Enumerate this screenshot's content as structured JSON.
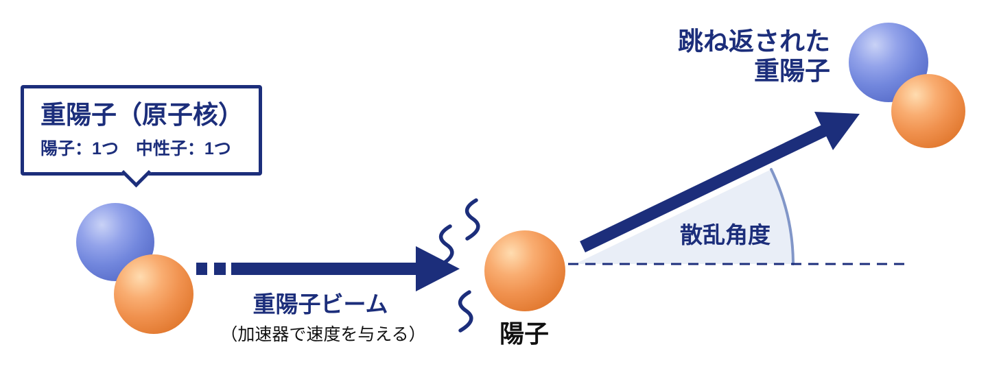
{
  "colors": {
    "navy": "#1c2e7b",
    "blue_sphere": "#7287dd",
    "orange_sphere": "#f0914e",
    "angle_wedge_fill": "#e9eef7",
    "angle_arc_stroke": "#8196c8",
    "text_black": "#111111"
  },
  "callout": {
    "title": "重陽子（原子核）",
    "subtitle": "陽子：1つ　中性子：1つ"
  },
  "beam": {
    "label": "重陽子ビーム",
    "sublabel": "（加速器で速度を与える）"
  },
  "target": {
    "label": "陽子"
  },
  "scattering": {
    "angle_label": "散乱角度"
  },
  "scattered_deuteron": {
    "label_line1": "跳ね返された",
    "label_line2": "重陽子"
  }
}
